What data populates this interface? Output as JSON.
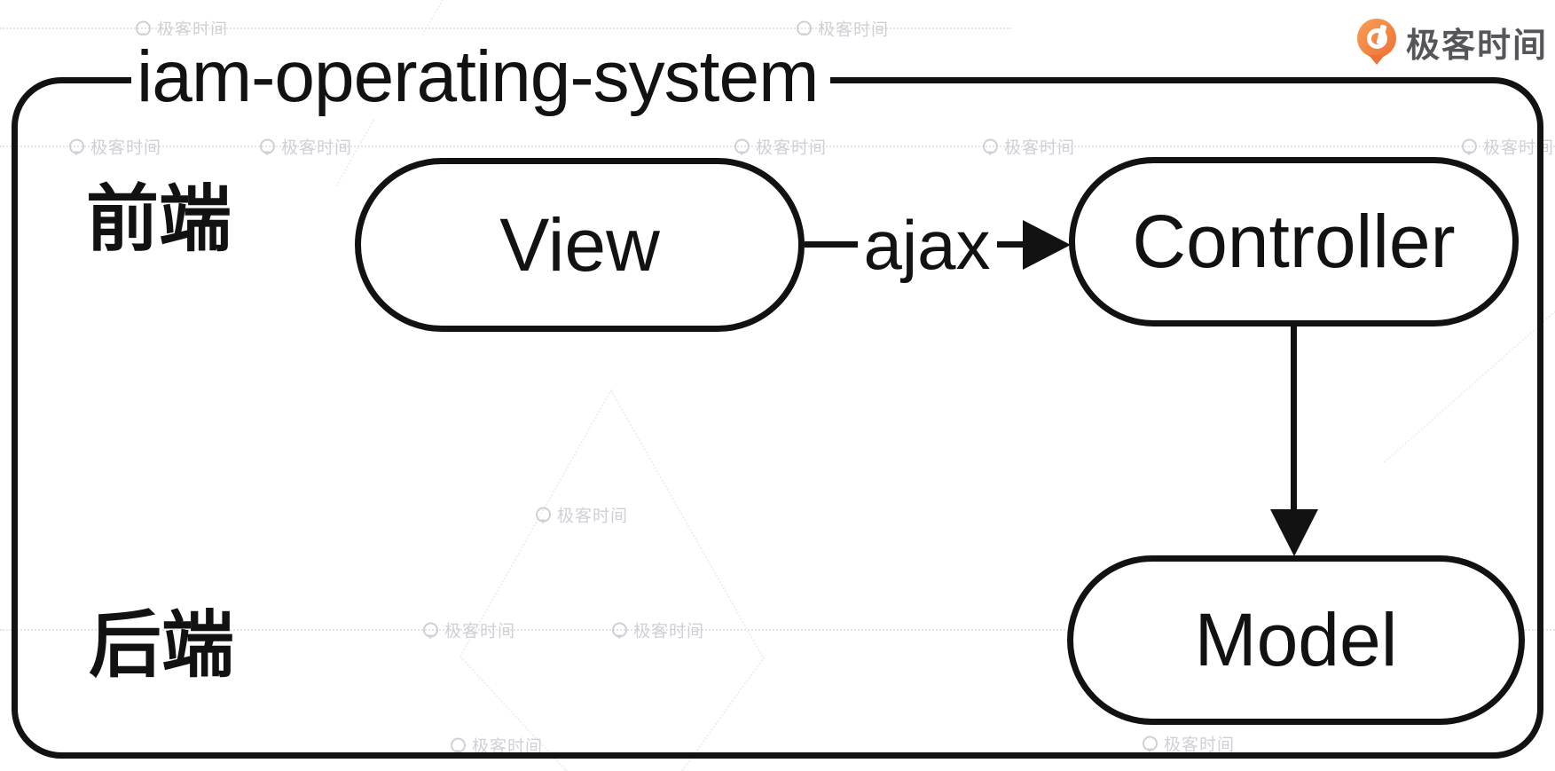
{
  "brand": {
    "name": "极客时间"
  },
  "watermark": {
    "label": "极客时间"
  },
  "diagram": {
    "title": "iam-operating-system",
    "lanes": {
      "frontend": "前端",
      "backend": "后端"
    },
    "nodes": {
      "view": "View",
      "controller": "Controller",
      "model": "Model"
    },
    "edges": {
      "view_to_controller": "ajax"
    }
  },
  "colors": {
    "ink": "#121212",
    "brand_orange": "#ee7135",
    "brand_text": "#55565a",
    "watermark_gray": "#c9ccd2"
  }
}
